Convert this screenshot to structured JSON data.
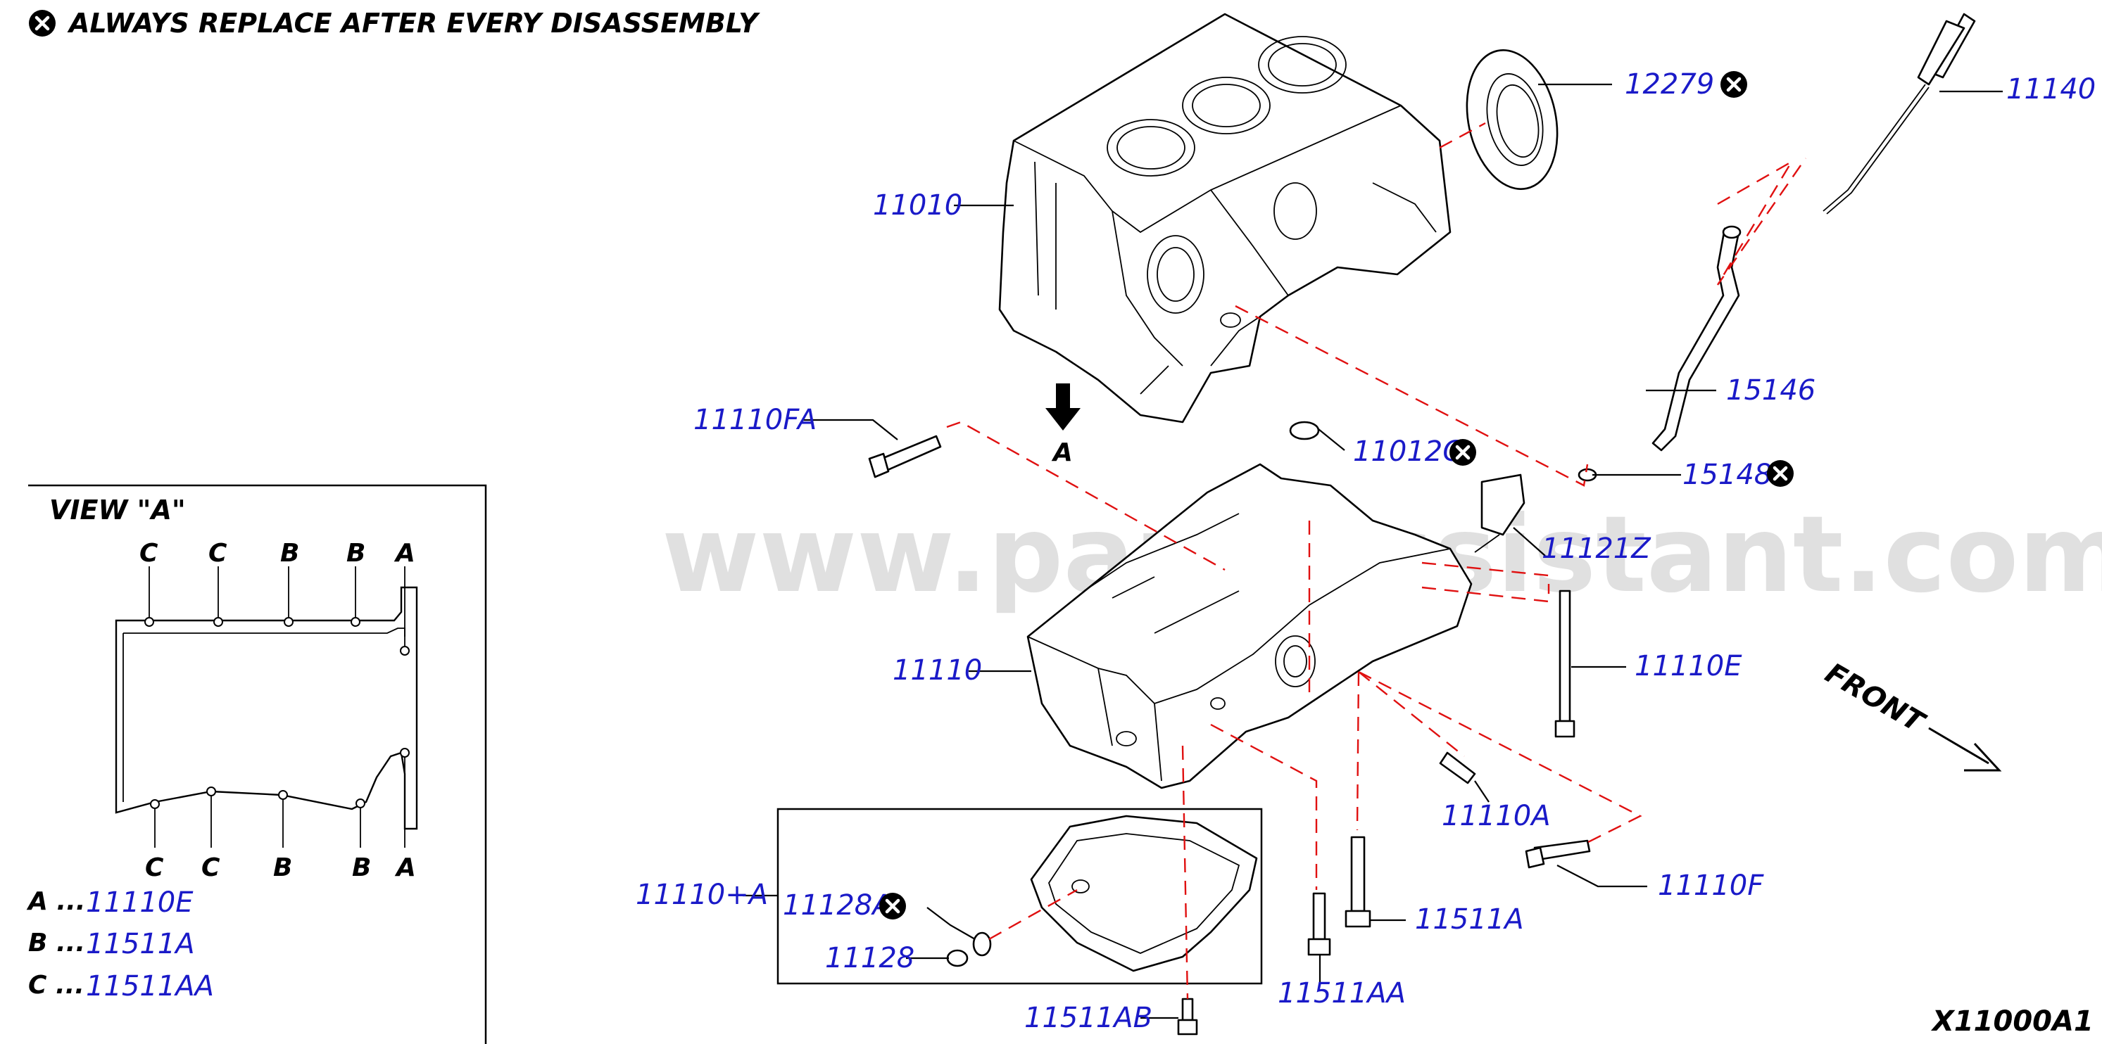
{
  "header": {
    "replace_notice": "ALWAYS REPLACE AFTER EVERY DISASSEMBLY"
  },
  "diagram_code": "X11000A1",
  "watermark": "www.partsassistant.com",
  "front_label": "FRONT",
  "arrow_label": "A",
  "view_a": {
    "title": "VIEW \"A\"",
    "top_letters": [
      "C",
      "C",
      "B",
      "B",
      "A"
    ],
    "bottom_letters": [
      "C",
      "C",
      "B",
      "B",
      "A"
    ],
    "legend": [
      {
        "key": "A ...",
        "part": "11110E"
      },
      {
        "key": "B ...",
        "part": "11511A"
      },
      {
        "key": "C ...",
        "part": "11511AA"
      }
    ]
  },
  "callouts": {
    "p12279": "12279",
    "p11140": "11140",
    "p11010": "11010",
    "p15146": "15146",
    "p11110FA": "11110FA",
    "p11012G": "11012G",
    "p15148": "15148",
    "p11121Z": "11121Z",
    "p11110": "11110",
    "p11110E": "11110E",
    "p11110A": "11110A",
    "p11110F": "11110F",
    "p11110plusA": "11110+A",
    "p11128A": "11128A",
    "p11511A": "11511A",
    "p11128": "11128",
    "p11511AA": "11511AA",
    "p11511AB": "11511AB"
  },
  "colors": {
    "label_blue": "#1a1ac8",
    "leader_red": "#e01010",
    "ink": "#000000"
  },
  "icons": {
    "replace_mark": "circled-x-icon"
  }
}
